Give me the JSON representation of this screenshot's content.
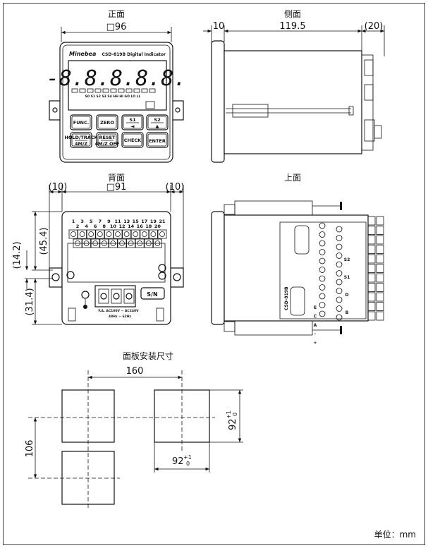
{
  "views": {
    "front": {
      "title": "正面",
      "width_dim": "□96",
      "brand": "Minebea",
      "model": "CSD-819B Digital Indicator",
      "display": "-8.8.8.8.8.",
      "indicators": "S0 S1 S2 S3 S4 HH HI GO LO LL",
      "buttons": [
        {
          "top": "FUNC.",
          "bottom": ""
        },
        {
          "top": "ZERO",
          "bottom": ""
        },
        {
          "top": "S1",
          "bottom": "◄"
        },
        {
          "top": "S2",
          "bottom": "▲"
        },
        {
          "top": "HOLD/TRACK",
          "bottom": "4M/Z"
        },
        {
          "top": "RESET",
          "bottom": "4M/Z OFF"
        },
        {
          "top": "CHECK",
          "bottom": ""
        },
        {
          "top": "",
          "bottom": "ENTER"
        }
      ]
    },
    "side": {
      "title": "侧面",
      "dims": [
        "10",
        "119.5",
        "(20)"
      ]
    },
    "back": {
      "title": "背面",
      "dims_top": [
        "(10)",
        "□91",
        "(10)"
      ],
      "dims_left": [
        "(45.4)",
        "(14.2)",
        "(31.4)"
      ],
      "terminals_odd": [
        "1",
        "3",
        "5",
        "7",
        "9",
        "11",
        "13",
        "15",
        "17",
        "19",
        "21"
      ],
      "terminals_even": [
        "2",
        "4",
        "6",
        "8",
        "10",
        "12",
        "14",
        "16",
        "18",
        "20"
      ],
      "serial_label": "S/N",
      "power_line1": "F.A. AC100V ~ AC240V",
      "power_line2": "48Hz ~ 62Hz"
    },
    "top": {
      "title": "上面",
      "label_model": "CSD-819B",
      "terminal_labels": [
        "+",
        "-",
        "A",
        "C",
        "E",
        "B",
        "D",
        "S1",
        "S2"
      ]
    },
    "cutout": {
      "title": "面板安装尺寸",
      "pitch_h": "160",
      "pitch_v": "106",
      "size_v": "92",
      "size_v_tol_upper": "+1",
      "size_v_tol_lower": "0",
      "size_h": "92",
      "size_h_tol_upper": "+1",
      "size_h_tol_lower": "0"
    }
  },
  "unit_label": "单位：mm"
}
